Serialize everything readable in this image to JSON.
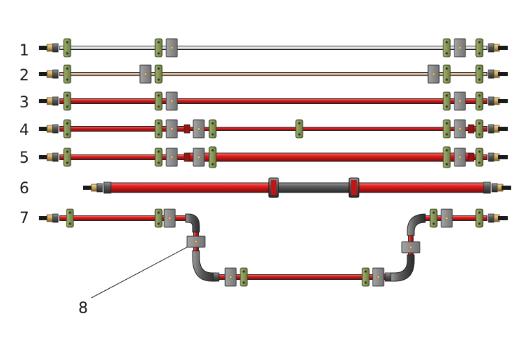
{
  "labels": {
    "row1": "1",
    "row2": "2",
    "row3": "3",
    "row4": "4",
    "row5": "5",
    "row6": "6",
    "row7": "7",
    "callout": "8"
  },
  "colors": {
    "pipe_white": "#e8e8e8",
    "pipe_tan": "#d9b89a",
    "pipe_red": "#d81f1f",
    "pipe_dark": "#555555",
    "clamp_green": "#8a9a5b",
    "clamp_gray": "#8e8e8e",
    "brass": "#c9a35a"
  }
}
